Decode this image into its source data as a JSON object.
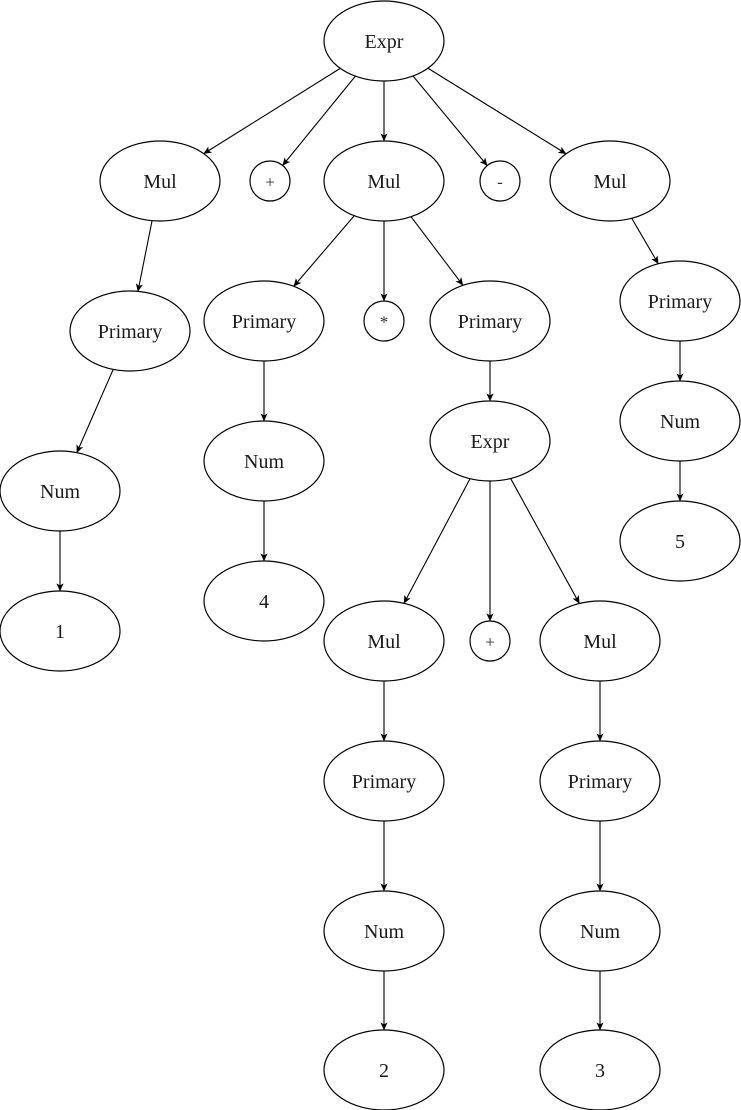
{
  "diagram": {
    "type": "parse-tree",
    "nodes": [
      {
        "id": "n0",
        "label": "Expr",
        "kind": "nonterminal"
      },
      {
        "id": "n1",
        "label": "Mul",
        "kind": "nonterminal"
      },
      {
        "id": "n2",
        "label": "+",
        "kind": "operator"
      },
      {
        "id": "n3",
        "label": "Mul",
        "kind": "nonterminal"
      },
      {
        "id": "n4",
        "label": "-",
        "kind": "operator"
      },
      {
        "id": "n5",
        "label": "Mul",
        "kind": "nonterminal"
      },
      {
        "id": "n6",
        "label": "Primary",
        "kind": "nonterminal"
      },
      {
        "id": "n7",
        "label": "Num",
        "kind": "nonterminal"
      },
      {
        "id": "n8",
        "label": "1",
        "kind": "terminal"
      },
      {
        "id": "n9",
        "label": "Primary",
        "kind": "nonterminal"
      },
      {
        "id": "n10",
        "label": "*",
        "kind": "operator"
      },
      {
        "id": "n11",
        "label": "Primary",
        "kind": "nonterminal"
      },
      {
        "id": "n12",
        "label": "Num",
        "kind": "nonterminal"
      },
      {
        "id": "n13",
        "label": "4",
        "kind": "terminal"
      },
      {
        "id": "n14",
        "label": "Expr",
        "kind": "nonterminal"
      },
      {
        "id": "n15",
        "label": "Mul",
        "kind": "nonterminal"
      },
      {
        "id": "n16",
        "label": "+",
        "kind": "operator"
      },
      {
        "id": "n17",
        "label": "Mul",
        "kind": "nonterminal"
      },
      {
        "id": "n18",
        "label": "Primary",
        "kind": "nonterminal"
      },
      {
        "id": "n19",
        "label": "Num",
        "kind": "nonterminal"
      },
      {
        "id": "n20",
        "label": "2",
        "kind": "terminal"
      },
      {
        "id": "n21",
        "label": "Primary",
        "kind": "nonterminal"
      },
      {
        "id": "n22",
        "label": "Num",
        "kind": "nonterminal"
      },
      {
        "id": "n23",
        "label": "3",
        "kind": "terminal"
      },
      {
        "id": "n24",
        "label": "Primary",
        "kind": "nonterminal"
      },
      {
        "id": "n25",
        "label": "Num",
        "kind": "nonterminal"
      },
      {
        "id": "n26",
        "label": "5",
        "kind": "terminal"
      }
    ],
    "edges": [
      {
        "from": "n0",
        "to": "n1"
      },
      {
        "from": "n0",
        "to": "n2"
      },
      {
        "from": "n0",
        "to": "n3"
      },
      {
        "from": "n0",
        "to": "n4"
      },
      {
        "from": "n0",
        "to": "n5"
      },
      {
        "from": "n1",
        "to": "n6"
      },
      {
        "from": "n6",
        "to": "n7"
      },
      {
        "from": "n7",
        "to": "n8"
      },
      {
        "from": "n3",
        "to": "n9"
      },
      {
        "from": "n3",
        "to": "n10"
      },
      {
        "from": "n3",
        "to": "n11"
      },
      {
        "from": "n9",
        "to": "n12"
      },
      {
        "from": "n12",
        "to": "n13"
      },
      {
        "from": "n11",
        "to": "n14"
      },
      {
        "from": "n14",
        "to": "n15"
      },
      {
        "from": "n14",
        "to": "n16"
      },
      {
        "from": "n14",
        "to": "n17"
      },
      {
        "from": "n15",
        "to": "n18"
      },
      {
        "from": "n18",
        "to": "n19"
      },
      {
        "from": "n19",
        "to": "n20"
      },
      {
        "from": "n17",
        "to": "n21"
      },
      {
        "from": "n21",
        "to": "n22"
      },
      {
        "from": "n22",
        "to": "n23"
      },
      {
        "from": "n5",
        "to": "n24"
      },
      {
        "from": "n24",
        "to": "n25"
      },
      {
        "from": "n25",
        "to": "n26"
      }
    ]
  }
}
